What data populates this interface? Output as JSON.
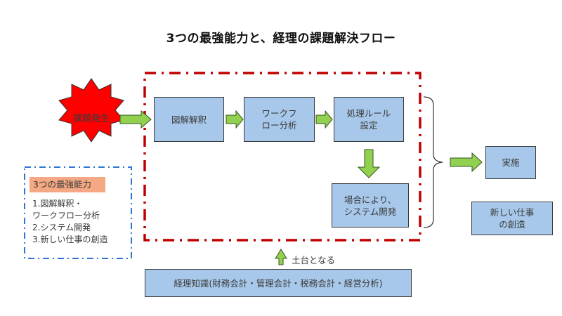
{
  "title": "3つの最強能力と、経理の課題解決フロー",
  "trigger": {
    "label": "課題発生",
    "color": "#ff0000"
  },
  "flow_steps": [
    {
      "label": "図解解釈"
    },
    {
      "label": "ワークフ\nロー分析"
    },
    {
      "label": "処理ルール\n設定"
    },
    {
      "label": "場合により、\nシステム開発"
    }
  ],
  "outcomes": [
    {
      "label": "実施"
    },
    {
      "label": "新しい仕事\nの創造"
    }
  ],
  "skills_panel": {
    "heading": "3つの最強能力",
    "items": [
      "1.図解解釈・",
      "ワークフロー分析",
      "2.システム開発",
      "3.新しい仕事の創造"
    ]
  },
  "foundation": {
    "note": "土台となる",
    "label": "経理知識(財務会計・管理会計・税務会計・経営分析)"
  },
  "colors": {
    "box_fill": "#a7c8ea",
    "arrow_fill": "#92d050",
    "frame_red": "#c00000",
    "skills_border": "#2e75d6",
    "skills_heading_fill": "#f4a883"
  }
}
